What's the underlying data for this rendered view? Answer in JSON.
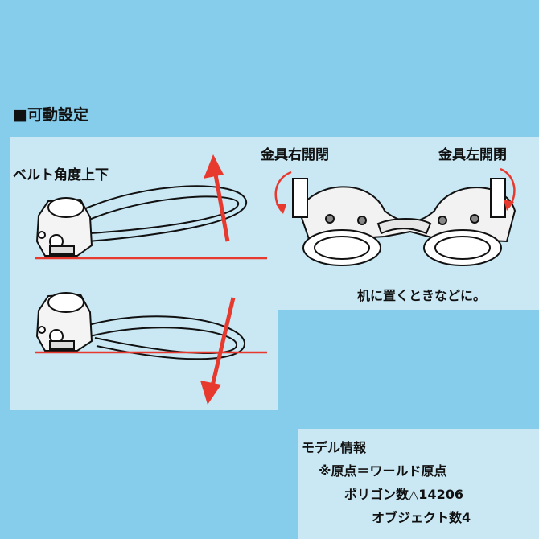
{
  "heading": "■可動設定",
  "labels": {
    "belt_angle": "ベルト角度上下",
    "bracket_right": "金具右開閉",
    "bracket_left": "金具左開閉",
    "desk_note": "机に置くときなどに。"
  },
  "model_info": {
    "title": "モデル情報",
    "origin": "※原点＝ワールド原点",
    "polygons": "ポリゴン数△14206",
    "objects": "オブジェクト数4"
  },
  "colors": {
    "background": "#86CDEB",
    "panel": "#C9E8F4",
    "arrow": "#E8392F",
    "ink": "#111111"
  }
}
